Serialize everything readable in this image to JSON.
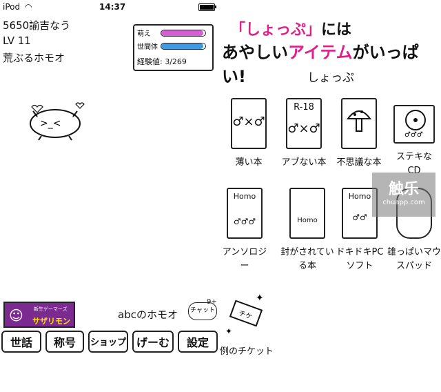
{
  "status_bar": {
    "carrier": "iPod",
    "time": "14:37"
  },
  "player": {
    "id_line": "5650諭吉なう",
    "level": "LV 11",
    "title": "荒ぶるホモオ",
    "stats": [
      {
        "label": "萌え",
        "color": "#d35fd3",
        "value": 0.95
      },
      {
        "label": "世間体",
        "color": "#3d9ae0",
        "value": 0.95
      }
    ],
    "xp": "経験値: 3/269"
  },
  "bottom": {
    "logo_small": "新生ゲーマーズ",
    "logo_text": "サザリモン",
    "name": "abcのホモオ",
    "chat_label": "チャット",
    "chat_badge": "9+",
    "nav": [
      "世話",
      "称号",
      "ショップ",
      "げーむ",
      "設定"
    ]
  },
  "banner": {
    "line1_quote": "「しょっぷ」",
    "line1_rest": "には",
    "line2_a": "あやしい",
    "line2_b": "アイテム",
    "line2_c": "がいっぱい!"
  },
  "shop": {
    "title": "しょっぷ",
    "items": [
      {
        "label": "薄い本",
        "icon": "♂×♂"
      },
      {
        "label": "アブない本",
        "icon": "R-18 ♂×♂"
      },
      {
        "label": "不思議な本",
        "icon": "mushroom"
      },
      {
        "label": "ステキなCD",
        "icon": "cd-case"
      },
      {
        "label": "アンソロジー",
        "icon": "Homo"
      },
      {
        "label": "封がされてい\nる本",
        "icon": "Homo"
      },
      {
        "label": "ドキドキPC\nソフト",
        "icon": "Homo"
      },
      {
        "label": "雄っぱいマウ\nスパッド",
        "icon": "mousepad"
      },
      {
        "label": "例のチケット",
        "icon": "ticket"
      }
    ]
  },
  "watermark": {
    "main": "触乐",
    "sub": "chuapp.com"
  }
}
